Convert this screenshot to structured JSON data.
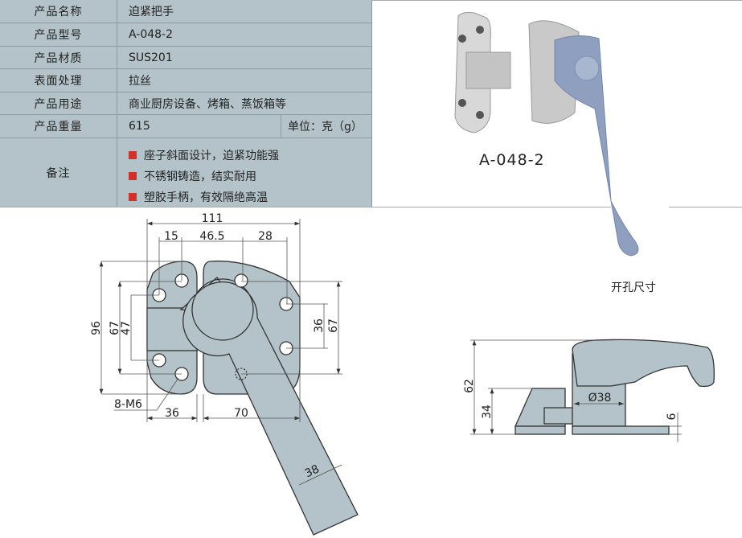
{
  "spec_table": {
    "rows": [
      {
        "label": "产品名称",
        "value": "迫紧把手"
      },
      {
        "label": "产品型号",
        "value": "A-048-2"
      },
      {
        "label": "产品材质",
        "value": "SUS201"
      },
      {
        "label": "表面处理",
        "value": "拉丝"
      },
      {
        "label": "产品用途",
        "value": "商业厨房设备、烤箱、蒸饭箱等"
      },
      {
        "label": "产品重量",
        "value": "615",
        "unit": "单位：克（g）"
      }
    ],
    "notes_label": "备注",
    "notes": [
      "座子斜面设计，迫紧功能强",
      "不锈钢铸造，结实耐用",
      "塑胶手柄，有效隔绝高温"
    ],
    "bullet_color": "#d0322b"
  },
  "photo": {
    "model_label": "A-048-2"
  },
  "front_view": {
    "dims": {
      "overall_width": "111",
      "d15": "15",
      "d46_5": "46.5",
      "d28": "28",
      "height96": "96",
      "left67": "67",
      "left47": "47",
      "right36": "36",
      "right67": "67",
      "bottom36": "36",
      "bottom70": "70",
      "handle38": "38",
      "screw": "8-M6"
    }
  },
  "side_view": {
    "title": "开孔尺寸",
    "dims": {
      "height62": "62",
      "height34": "34",
      "diameter": "Ø38",
      "thick6": "6"
    }
  }
}
